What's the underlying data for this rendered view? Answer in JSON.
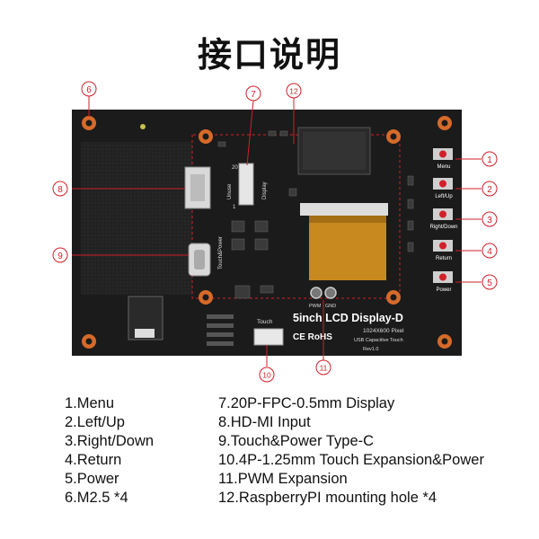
{
  "title": "接口说明",
  "board": {
    "product_name": "5inch LCD Display-D",
    "resolution": "1024X600 Pixel",
    "touch_type": "USB Capacitive Touch",
    "revision": "Rev1.0",
    "marks": "CE RoHS",
    "pin_labels": {
      "pwm": "PWM",
      "gnd": "GND"
    },
    "silkscreen": {
      "unuse": "Unuse",
      "display": "Display",
      "touch_power": "Touch&Power",
      "touch": "Touch"
    },
    "fpc_pins": {
      "top": "20",
      "bottom": "1"
    }
  },
  "buttons": [
    {
      "callout": "1",
      "label": "Menu"
    },
    {
      "callout": "2",
      "label": "Left/Up"
    },
    {
      "callout": "3",
      "label": "Right/Down"
    },
    {
      "callout": "4",
      "label": "Return"
    },
    {
      "callout": "5",
      "label": "Power"
    }
  ],
  "callouts": {
    "c6": "6",
    "c7": "7",
    "c8": "8",
    "c9": "9",
    "c10": "10",
    "c11": "11",
    "c12": "12"
  },
  "legend_left": [
    "1.Menu",
    "2.Left/Up",
    "3.Right/Down",
    "4.Return",
    "5.Power",
    "6.M2.5 *4"
  ],
  "legend_right": [
    "7.20P-FPC-0.5mm Display",
    "8.HD-MI Input",
    "9.Touch&Power Type-C",
    "10.4P-1.25mm Touch Expansion&Power",
    "11.PWM Expansion",
    "12.RaspberryPI mounting hole *4"
  ],
  "colors": {
    "board": "#1b1b1b",
    "accent_red": "#d0202a",
    "copper": "#d66a2a",
    "fpc": "#c8891f"
  }
}
